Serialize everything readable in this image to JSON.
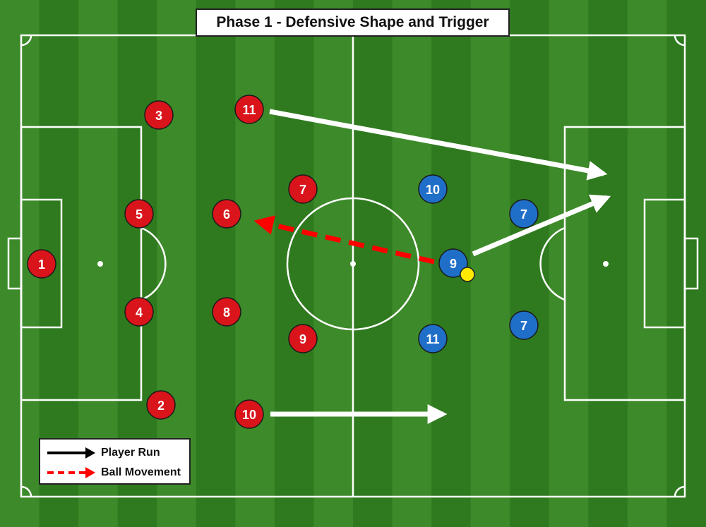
{
  "title": "Phase 1 - Defensive Shape and Trigger",
  "colors": {
    "grass_light": "#3d8a2a",
    "grass_dark": "#2f7a1f",
    "lines": "#ffffff",
    "red_team": "#d9141b",
    "blue_team": "#1f6fc9",
    "ball": "#ffea00",
    "run_arrow": "#ffffff",
    "ball_arrow": "#ff0000"
  },
  "legend": {
    "items": [
      {
        "label": "Player Run",
        "icon": "solid-black-arrow-icon"
      },
      {
        "label": "Ball Movement",
        "icon": "dashed-red-arrow-icon"
      }
    ]
  },
  "red_players": [
    {
      "number": "1"
    },
    {
      "number": "3"
    },
    {
      "number": "5"
    },
    {
      "number": "4"
    },
    {
      "number": "2"
    },
    {
      "number": "11"
    },
    {
      "number": "6"
    },
    {
      "number": "8"
    },
    {
      "number": "10"
    },
    {
      "number": "7"
    },
    {
      "number": "9"
    }
  ],
  "blue_players": [
    {
      "number": "10"
    },
    {
      "number": "9"
    },
    {
      "number": "11"
    },
    {
      "number": "7"
    },
    {
      "number": "7"
    }
  ],
  "arrows": {
    "player_runs": [
      "red-11-run",
      "red-10-run",
      "blue-9-run"
    ],
    "ball_movement": [
      "pass-blue-9-to-red-6-zone"
    ]
  }
}
